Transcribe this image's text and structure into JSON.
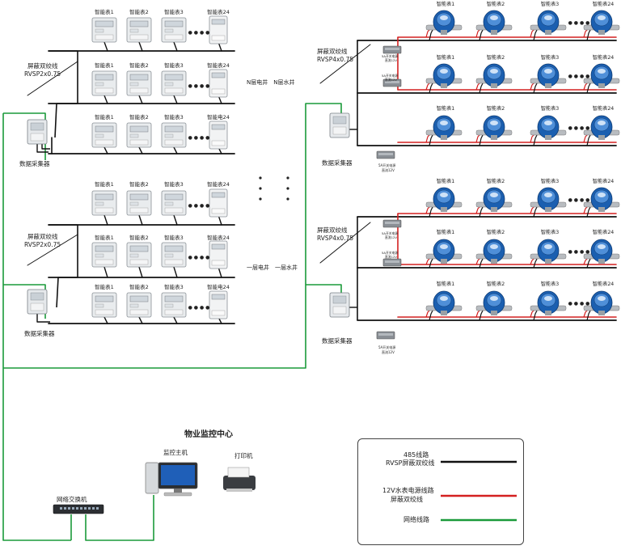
{
  "title": "物业监控中心",
  "electric": {
    "cable_label_1": "屏蔽双绞线",
    "cable_label_2": "RVSP2x0.75",
    "meter_labels": [
      "智能表1",
      "智能表2",
      "智能表3",
      "智能表24"
    ],
    "meter_labels_row3": [
      "智能表1",
      "智能表2",
      "智能表3",
      "智能电24"
    ],
    "collector": "数据采集器",
    "upper_shafts": "N层电井　N层水井",
    "lower_shafts": "一层电井　一层水井",
    "ellipsis": "● ● ● ●"
  },
  "water": {
    "cable_label_1": "屏蔽双绞线",
    "cable_label_2": "RVSP4x0.75",
    "meter_labels": [
      "智能表1",
      "智能表2",
      "智能表3",
      "智能表24"
    ],
    "collector": "数据采集器",
    "psu_line1": "5A开关电源",
    "psu_line2": "直流12V"
  },
  "center": {
    "host": "监控主机",
    "printer": "打印机",
    "switch": "网络交换机"
  },
  "legend": {
    "items": [
      {
        "line1": "485线路",
        "line2": "RVSP屏蔽双绞线",
        "color": "#111111"
      },
      {
        "line1": "12V水表电源线路",
        "line2": "屏蔽双绞线",
        "color": "#d42020"
      },
      {
        "line1": "网络线路",
        "line2": "",
        "color": "#1a9a3a"
      }
    ]
  },
  "colors": {
    "rs485": "#111111",
    "power": "#d42020",
    "network": "#1a9a3a",
    "water_meter": "#1b5fb0"
  }
}
